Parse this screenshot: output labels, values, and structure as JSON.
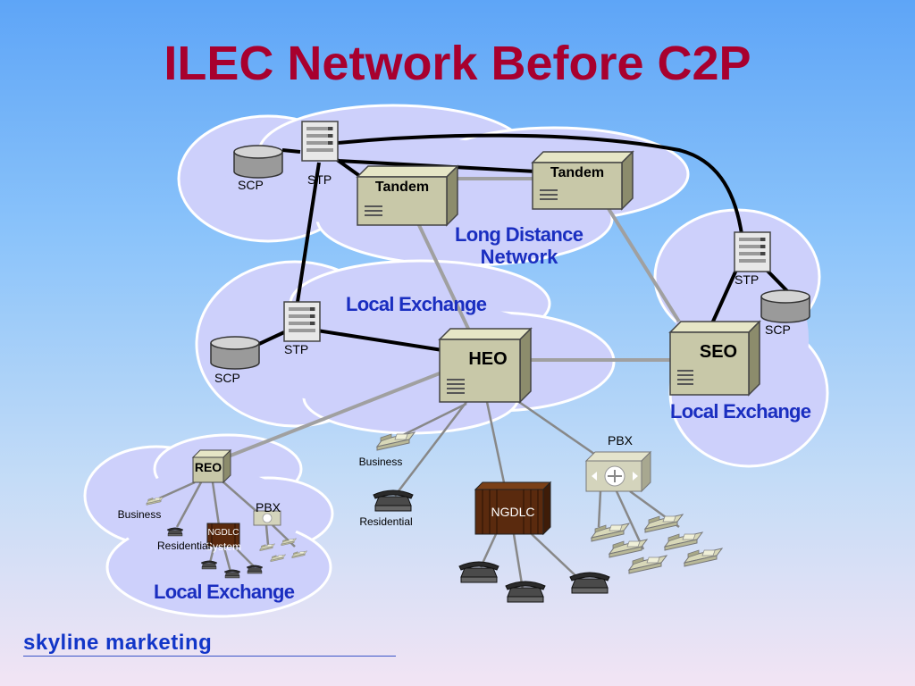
{
  "title": "ILEC Network Before C2P",
  "footer": "skyline marketing",
  "clouds": {
    "long_distance": "Long Distance Network",
    "long_distance_line1": "Long Distance",
    "long_distance_line2": "Network",
    "local_center": "Local Exchange",
    "local_right": "Local Exchange",
    "local_left": "Local Exchange"
  },
  "nodes": {
    "tandem_left": "Tandem",
    "tandem_right": "Tandem",
    "heo": "HEO",
    "seo": "SEO",
    "reo": "REO",
    "stp_top": "STP",
    "stp_mid": "STP",
    "stp_right": "STP",
    "scp_top": "SCP",
    "scp_mid": "SCP",
    "scp_right": "SCP",
    "ngdlc_main": "NGDLC",
    "ngdlc_small": "NGDLC",
    "ngdlc_small_sub": "System",
    "pbx_main": "PBX",
    "pbx_small": "PBX"
  },
  "endpoints": {
    "business_main": "Business",
    "residential_main": "Residential",
    "business_small": "Business",
    "residential_small": "Residential"
  }
}
